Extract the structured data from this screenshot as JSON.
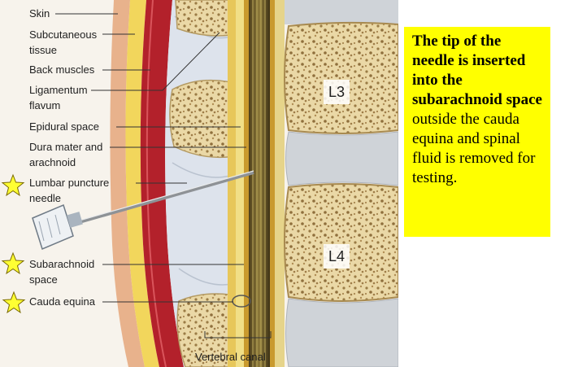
{
  "labels": {
    "skin": "Skin",
    "subcutaneous_1": "Subcutaneous",
    "subcutaneous_2": "tissue",
    "back_muscles": "Back muscles",
    "ligamentum_1": "Ligamentum",
    "ligamentum_2": "flavum",
    "epidural": "Epidural space",
    "dura_1": "Dura mater and",
    "dura_2": "arachnoid",
    "needle_1": "Lumbar puncture",
    "needle_2": "needle",
    "subarachnoid_1": "Subarachnoid",
    "subarachnoid_2": "space",
    "cauda": "Cauda equina",
    "canal": "Vertebral canal",
    "l3": "L3",
    "l4": "L4"
  },
  "callout": {
    "bold_text": "The tip of the needle is inserted into the subarachnoid space",
    "normal_text": " outside the cauda equina and spinal fluid is removed for testing."
  },
  "colors": {
    "callout_bg": "#ffff00",
    "star": "#ffff33",
    "skin": "#e8b28c",
    "fat": "#f2d65c",
    "muscle": "#b3212b",
    "bone": "#e9d6a3",
    "disc": "#cfd3d8"
  },
  "icons": [
    "star-icon",
    "needle-icon"
  ]
}
